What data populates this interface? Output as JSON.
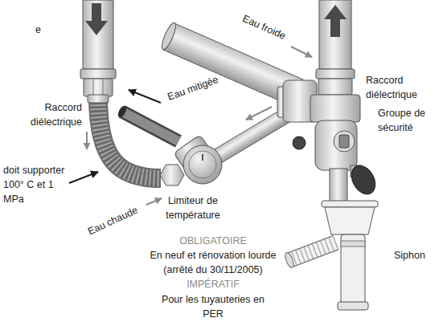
{
  "diagram": {
    "labels": [
      "e",
      "Eau froide",
      "Raccord diélectrique",
      "Eau mitigée",
      "Raccord diélectrique",
      "Groupe de sécurité",
      "doit supporter 100° C et 1 MPa",
      "Limiteur de température",
      "Eau chaude",
      "OBLIGATOIRE",
      "En neuf et rénovation lourde (arrêté du 30/11/2005)",
      "Siphon",
      "IMPÉRATIF",
      "Pour les tuyauteries en PER"
    ]
  }
}
